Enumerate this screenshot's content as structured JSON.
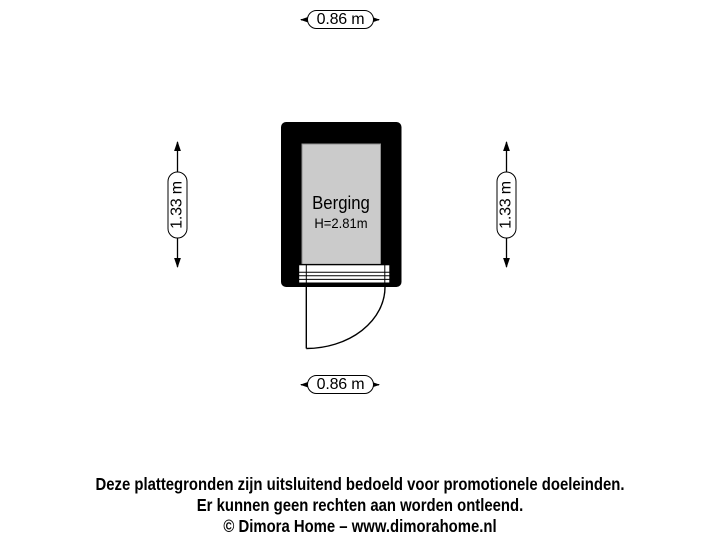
{
  "colors": {
    "background": "#ffffff",
    "wall": "#000000",
    "floor": "#cbcbcb",
    "line": "#000000",
    "label_background": "#ffffff"
  },
  "plan": {
    "room_name": "Berging",
    "room_height": "H=2.81m",
    "dim_top": "0.86 m",
    "dim_bottom": "0.86 m",
    "dim_left": "1.33 m",
    "dim_right": "1.33 m"
  },
  "footer": {
    "line1": "Deze plattegronden zijn uitsluitend bedoeld voor promotionele doeleinden.",
    "line2": "Er kunnen geen rechten aan worden ontleend.",
    "line3": "© Dimora Home – www.dimorahome.nl"
  }
}
